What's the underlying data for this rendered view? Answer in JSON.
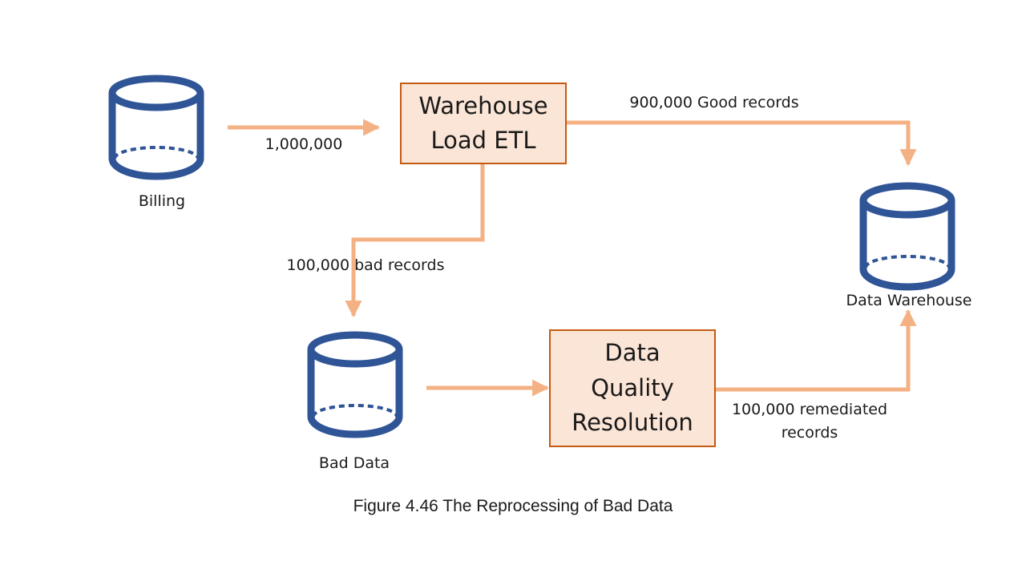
{
  "colors": {
    "cylinder_stroke": "#2f5597",
    "arrow": "#f4b183",
    "box_fill": "#fbe5d6",
    "box_border": "#c55a11"
  },
  "nodes": {
    "billing": {
      "label": "Billing",
      "icon": "database-cylinder-icon"
    },
    "warehouse_etl": {
      "line1": "Warehouse",
      "line2": "Load ETL"
    },
    "data_warehouse": {
      "label": "Data Warehouse",
      "icon": "database-cylinder-icon"
    },
    "bad_data": {
      "label": "Bad Data",
      "icon": "database-cylinder-icon"
    },
    "dq_resolution": {
      "line1": "Data",
      "line2": "Quality",
      "line3": "Resolution"
    }
  },
  "edges": {
    "billing_to_etl": "1,000,000",
    "etl_to_warehouse": "900,000 Good records",
    "etl_to_bad": "100,000 bad records",
    "dq_to_warehouse_line1": "100,000 remediated",
    "dq_to_warehouse_line2": "records"
  },
  "caption": "Figure 4.46 The Reprocessing of Bad Data"
}
